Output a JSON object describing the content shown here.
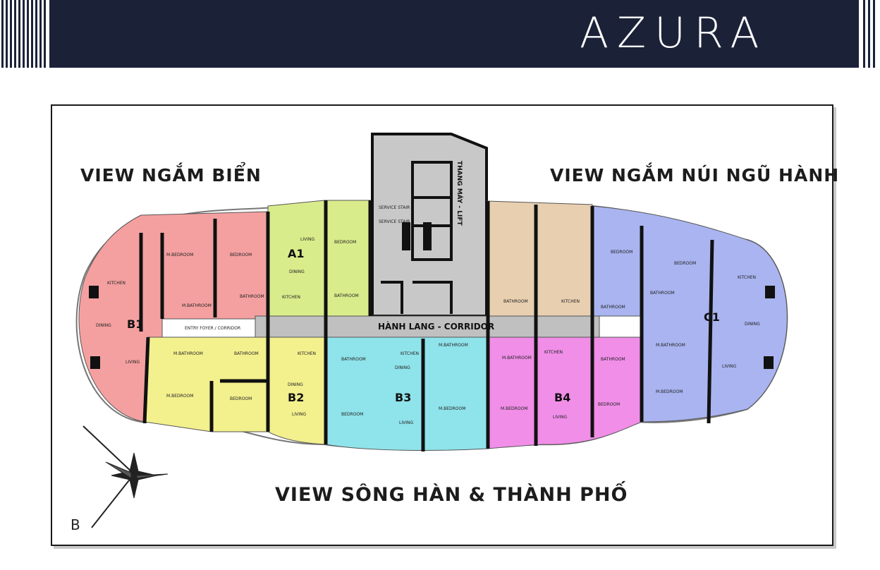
{
  "brand": {
    "logo_text": "AZURA"
  },
  "views": {
    "sea": "VIEW NGẮM BIỂN",
    "mountain": "VIEW NGẮM NÚI NGŨ HÀNH",
    "river_city": "VIEW SÔNG HÀN & THÀNH PHỐ"
  },
  "core": {
    "lift": "THANG MÁY - LIFT",
    "service_stair": "SERVICE STAIR",
    "corridor": "HÀNH LANG - CORRIDOR",
    "entry_foyer": "ENTRY FOYER / CORRIDOR"
  },
  "units": {
    "b1": "B1",
    "a1": "A1",
    "c1": "C1",
    "b2": "B2",
    "b3": "B3",
    "b4": "B4"
  },
  "rooms": {
    "m_bedroom": "M.BEDROOM",
    "bedroom": "BEDROOM",
    "bathroom": "BATHROOM",
    "m_bathroom": "M.BATHROOM",
    "kitchen": "KITCHEN",
    "living": "LIVING",
    "dining": "DINING"
  },
  "compass": {
    "letter": "B"
  },
  "colors": {
    "header": "#1b2238",
    "b1": "#f4a0a0",
    "a1": "#d9ec8c",
    "b2": "#f3f08e",
    "b3": "#8fe3ea",
    "b4": "#f08ee8",
    "c1": "#a9b4f0",
    "core": "#c8c8c8",
    "reserved": "#e8cfb0"
  }
}
